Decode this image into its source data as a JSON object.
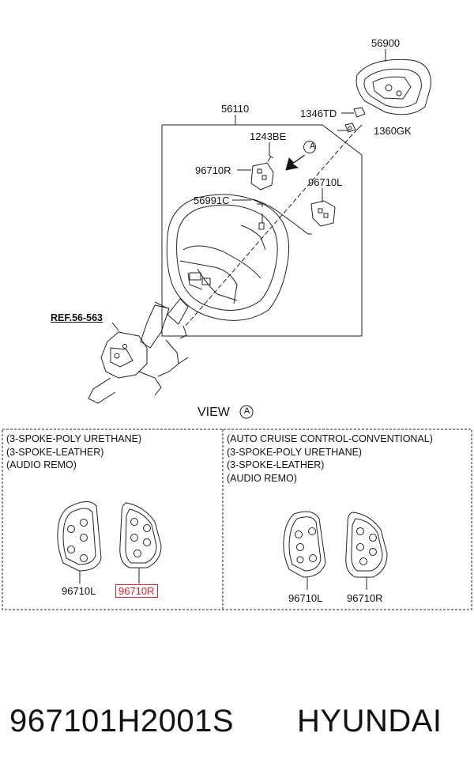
{
  "labels": {
    "airbag": "56900",
    "wheel": "56110",
    "bolt_1346": "1346TD",
    "nut_1360": "1360GK",
    "screw_1243": "1243BE",
    "switch_r_top": "96710R",
    "switch_l_top": "96710L",
    "harness": "56991C",
    "ref": "REF.56-563",
    "view_a_marker": "A"
  },
  "view": {
    "title": "VIEW",
    "marker": "A"
  },
  "variants": [
    {
      "lines": [
        "(3-SPOKE-POLY URETHANE)",
        "(3-SPOKE-LEATHER)",
        "(AUDIO REMO)"
      ],
      "left_label": "96710L",
      "right_label": "96710R"
    },
    {
      "lines": [
        "(AUTO CRUISE CONTROL-CONVENTIONAL)",
        "(3-SPOKE-POLY URETHANE)",
        "(3-SPOKE-LEATHER)",
        "(AUDIO REMO)"
      ],
      "left_label": "96710L",
      "right_label": "96710R"
    }
  ],
  "highlight_color": "#d8232a",
  "part_number": "967101H2001S",
  "brand": "HYUNDAI"
}
